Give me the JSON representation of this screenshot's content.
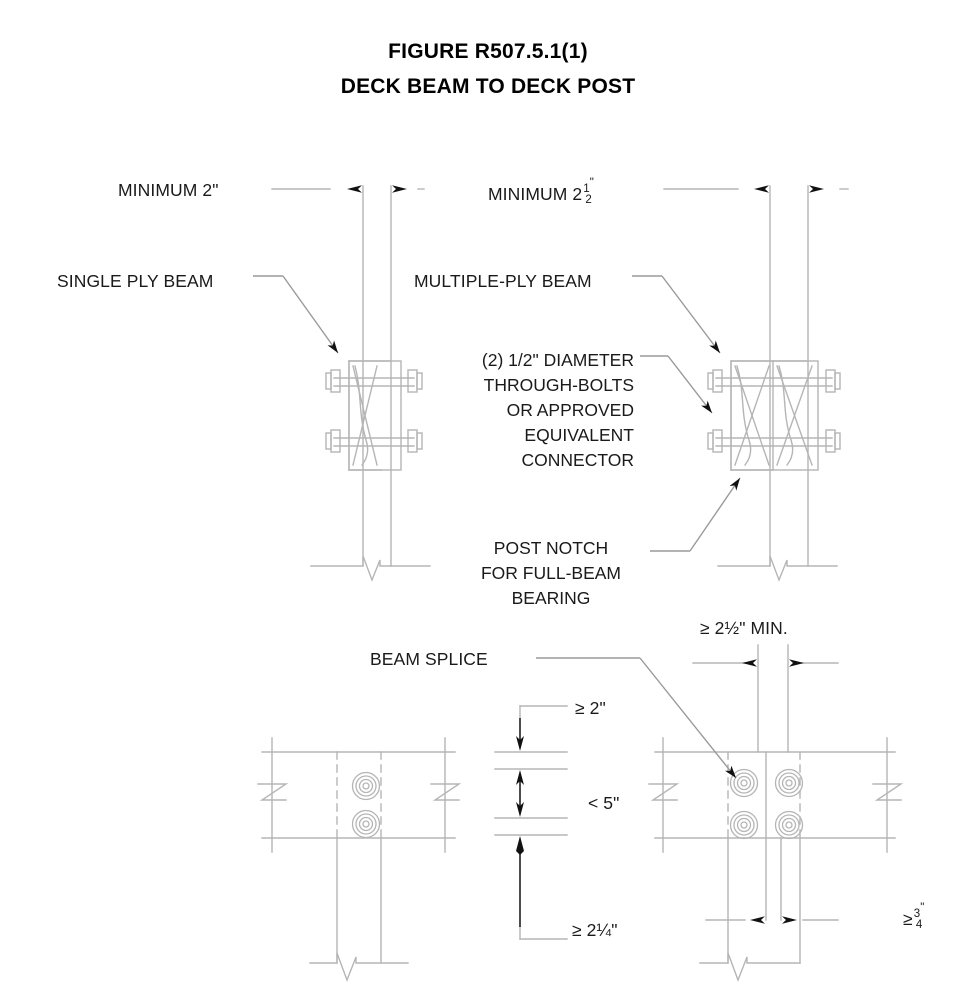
{
  "figure": {
    "title_line1": "FIGURE R507.5.1(1)",
    "title_line2": "DECK BEAM TO DECK POST",
    "line_color": "#b5b5b5",
    "text_color": "#1a1a1a",
    "background": "#ffffff"
  },
  "dimensions": {
    "minimum_2": "MINIMUM 2\"",
    "minimum_2_half_prefix": "MINIMUM 2",
    "minimum_2_half_num": "1",
    "minimum_2_half_den": "2",
    "ge_2_half_min": "≥ 2½\" MIN.",
    "ge_2": "≥ 2\"",
    "lt_5": "< 5\"",
    "ge_2_quarter": "≥ 2¼\"",
    "ge_three_quarter_prefix": "≥",
    "ge_three_quarter_num": "3",
    "ge_three_quarter_den": "4"
  },
  "callouts": {
    "single_ply_beam": "SINGLE PLY BEAM",
    "multiple_ply_beam": "MULTIPLE-PLY BEAM",
    "beam_splice": "BEAM SPLICE",
    "bolts": [
      "(2) 1/2\" DIAMETER",
      "THROUGH-BOLTS",
      "OR APPROVED",
      "EQUIVALENT",
      "CONNECTOR"
    ],
    "post_notch": [
      "POST NOTCH",
      "FOR FULL-BEAM",
      "BEARING"
    ]
  },
  "details": {
    "single_ply_section": "single-ply beam bolted to notched post, section view",
    "multiple_ply_section": "multiple-ply beam bolted to notched post, section view",
    "splice_single": "beam splice over post, two bolts, elevation view",
    "splice_multiple": "beam splice over post, four bolts, elevation view"
  }
}
